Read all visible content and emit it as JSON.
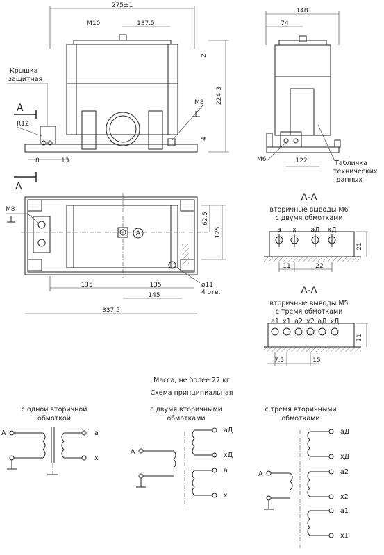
{
  "dims": {
    "width_total": "275±1",
    "m10": "M10",
    "half_width": "137.5",
    "gap_top": "2",
    "height_total": "224-3",
    "m8_right": "M8",
    "foot_h": "4",
    "d8": "8",
    "d13": "13",
    "r12": "R12",
    "side_width": "148",
    "side_half": "74",
    "m6": "M6",
    "d122": "122",
    "m8_left": "M8",
    "d62_5": "62.5",
    "d125": "125",
    "d135_left": "135",
    "d135_right": "135",
    "d145": "145",
    "hole_d": "ø11",
    "holes": "4 отв.",
    "base_len": "337.5",
    "circle_mark": "A"
  },
  "labels": {
    "cover_l1": "Крышка",
    "cover_l2": "защитная",
    "section_left_top": "A",
    "section_left_bottom": "A",
    "plate_l1": "Табличка",
    "plate_l2": "технических",
    "plate_l3": "данных"
  },
  "section1": {
    "title": "A-A",
    "caption1": "вторичные выводы M6",
    "caption2": "с двумя обмотками",
    "terminals": [
      "a",
      "x",
      "aД",
      "xД"
    ],
    "d21": "21",
    "d11": "11",
    "d22": "22"
  },
  "section2": {
    "title": "A-A",
    "caption1": "вторичные выводы M5",
    "caption2": "с тремя обмотками",
    "terminals": [
      "a1",
      "x1",
      "a2",
      "x2",
      "aД",
      "xД"
    ],
    "d21": "21",
    "d7_5": "7.5",
    "d15": "15"
  },
  "mass": "Масса, не более 27 кг",
  "schema_title": "Схема принципиальная",
  "scheme1": {
    "title1": "с одной вторичной",
    "title2": "обмоткой",
    "in": "A",
    "t1": "a",
    "t2": "x"
  },
  "scheme2": {
    "title1": "с двумя вторичными",
    "title2": "обмотками",
    "in": "A",
    "t1": "aД",
    "t2": "xД",
    "t3": "a",
    "t4": "x"
  },
  "scheme3": {
    "title1": "с тремя вторичными",
    "title2": "обмотками",
    "in": "A",
    "t1": "aД",
    "t2": "xД",
    "t3": "a2",
    "t4": "x2",
    "t5": "a1",
    "t6": "x1"
  }
}
